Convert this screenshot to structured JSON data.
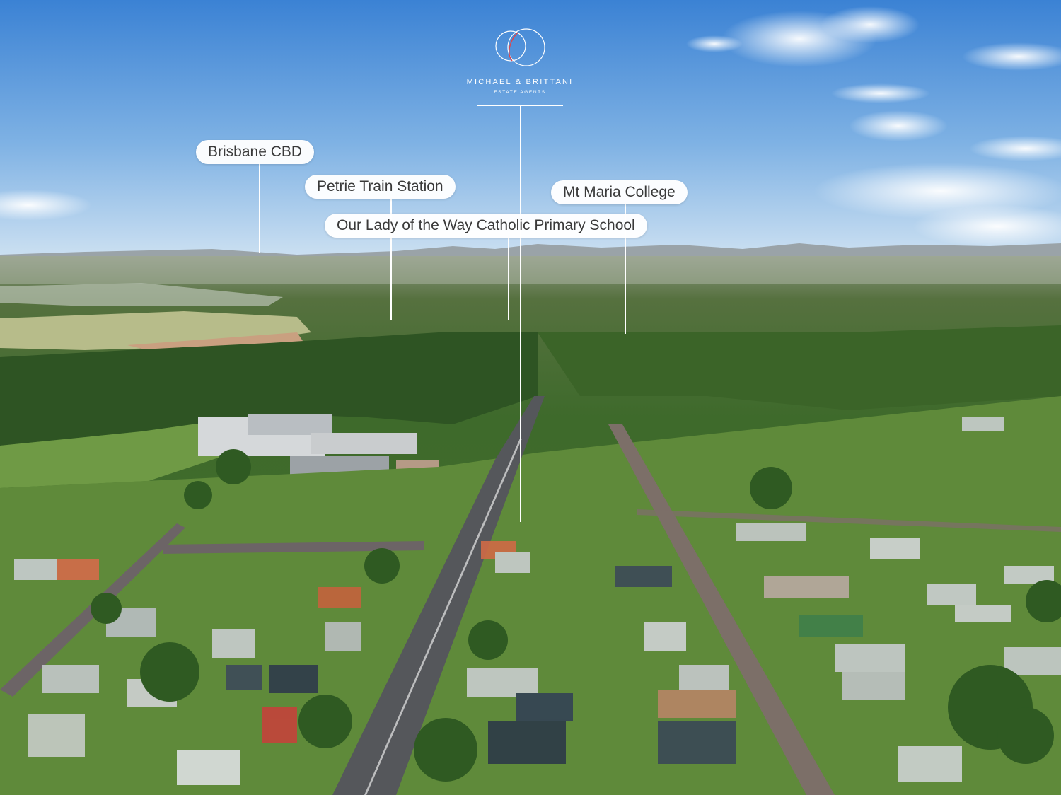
{
  "brand": {
    "name": "MICHAEL & BRITTANI",
    "tagline": "ESTATE AGENTS",
    "accent_color": "#e0454b",
    "logo_line_color": "#ffffff"
  },
  "markers": [
    {
      "id": "brisbane-cbd",
      "label": "Brisbane CBD"
    },
    {
      "id": "petrie-train-station",
      "label": "Petrie Train Station"
    },
    {
      "id": "mt-maria-college",
      "label": "Mt Maria College"
    },
    {
      "id": "our-lady-school",
      "label": "Our Lady of the Way Catholic Primary School"
    }
  ],
  "colors": {
    "sky_top": "#3f86d6",
    "sky_horizon": "#c9def0",
    "vegetation": "#3f6a2c",
    "road": "#5a5a5e",
    "label_bg": "#ffffff",
    "label_text": "#3a3a3a"
  }
}
